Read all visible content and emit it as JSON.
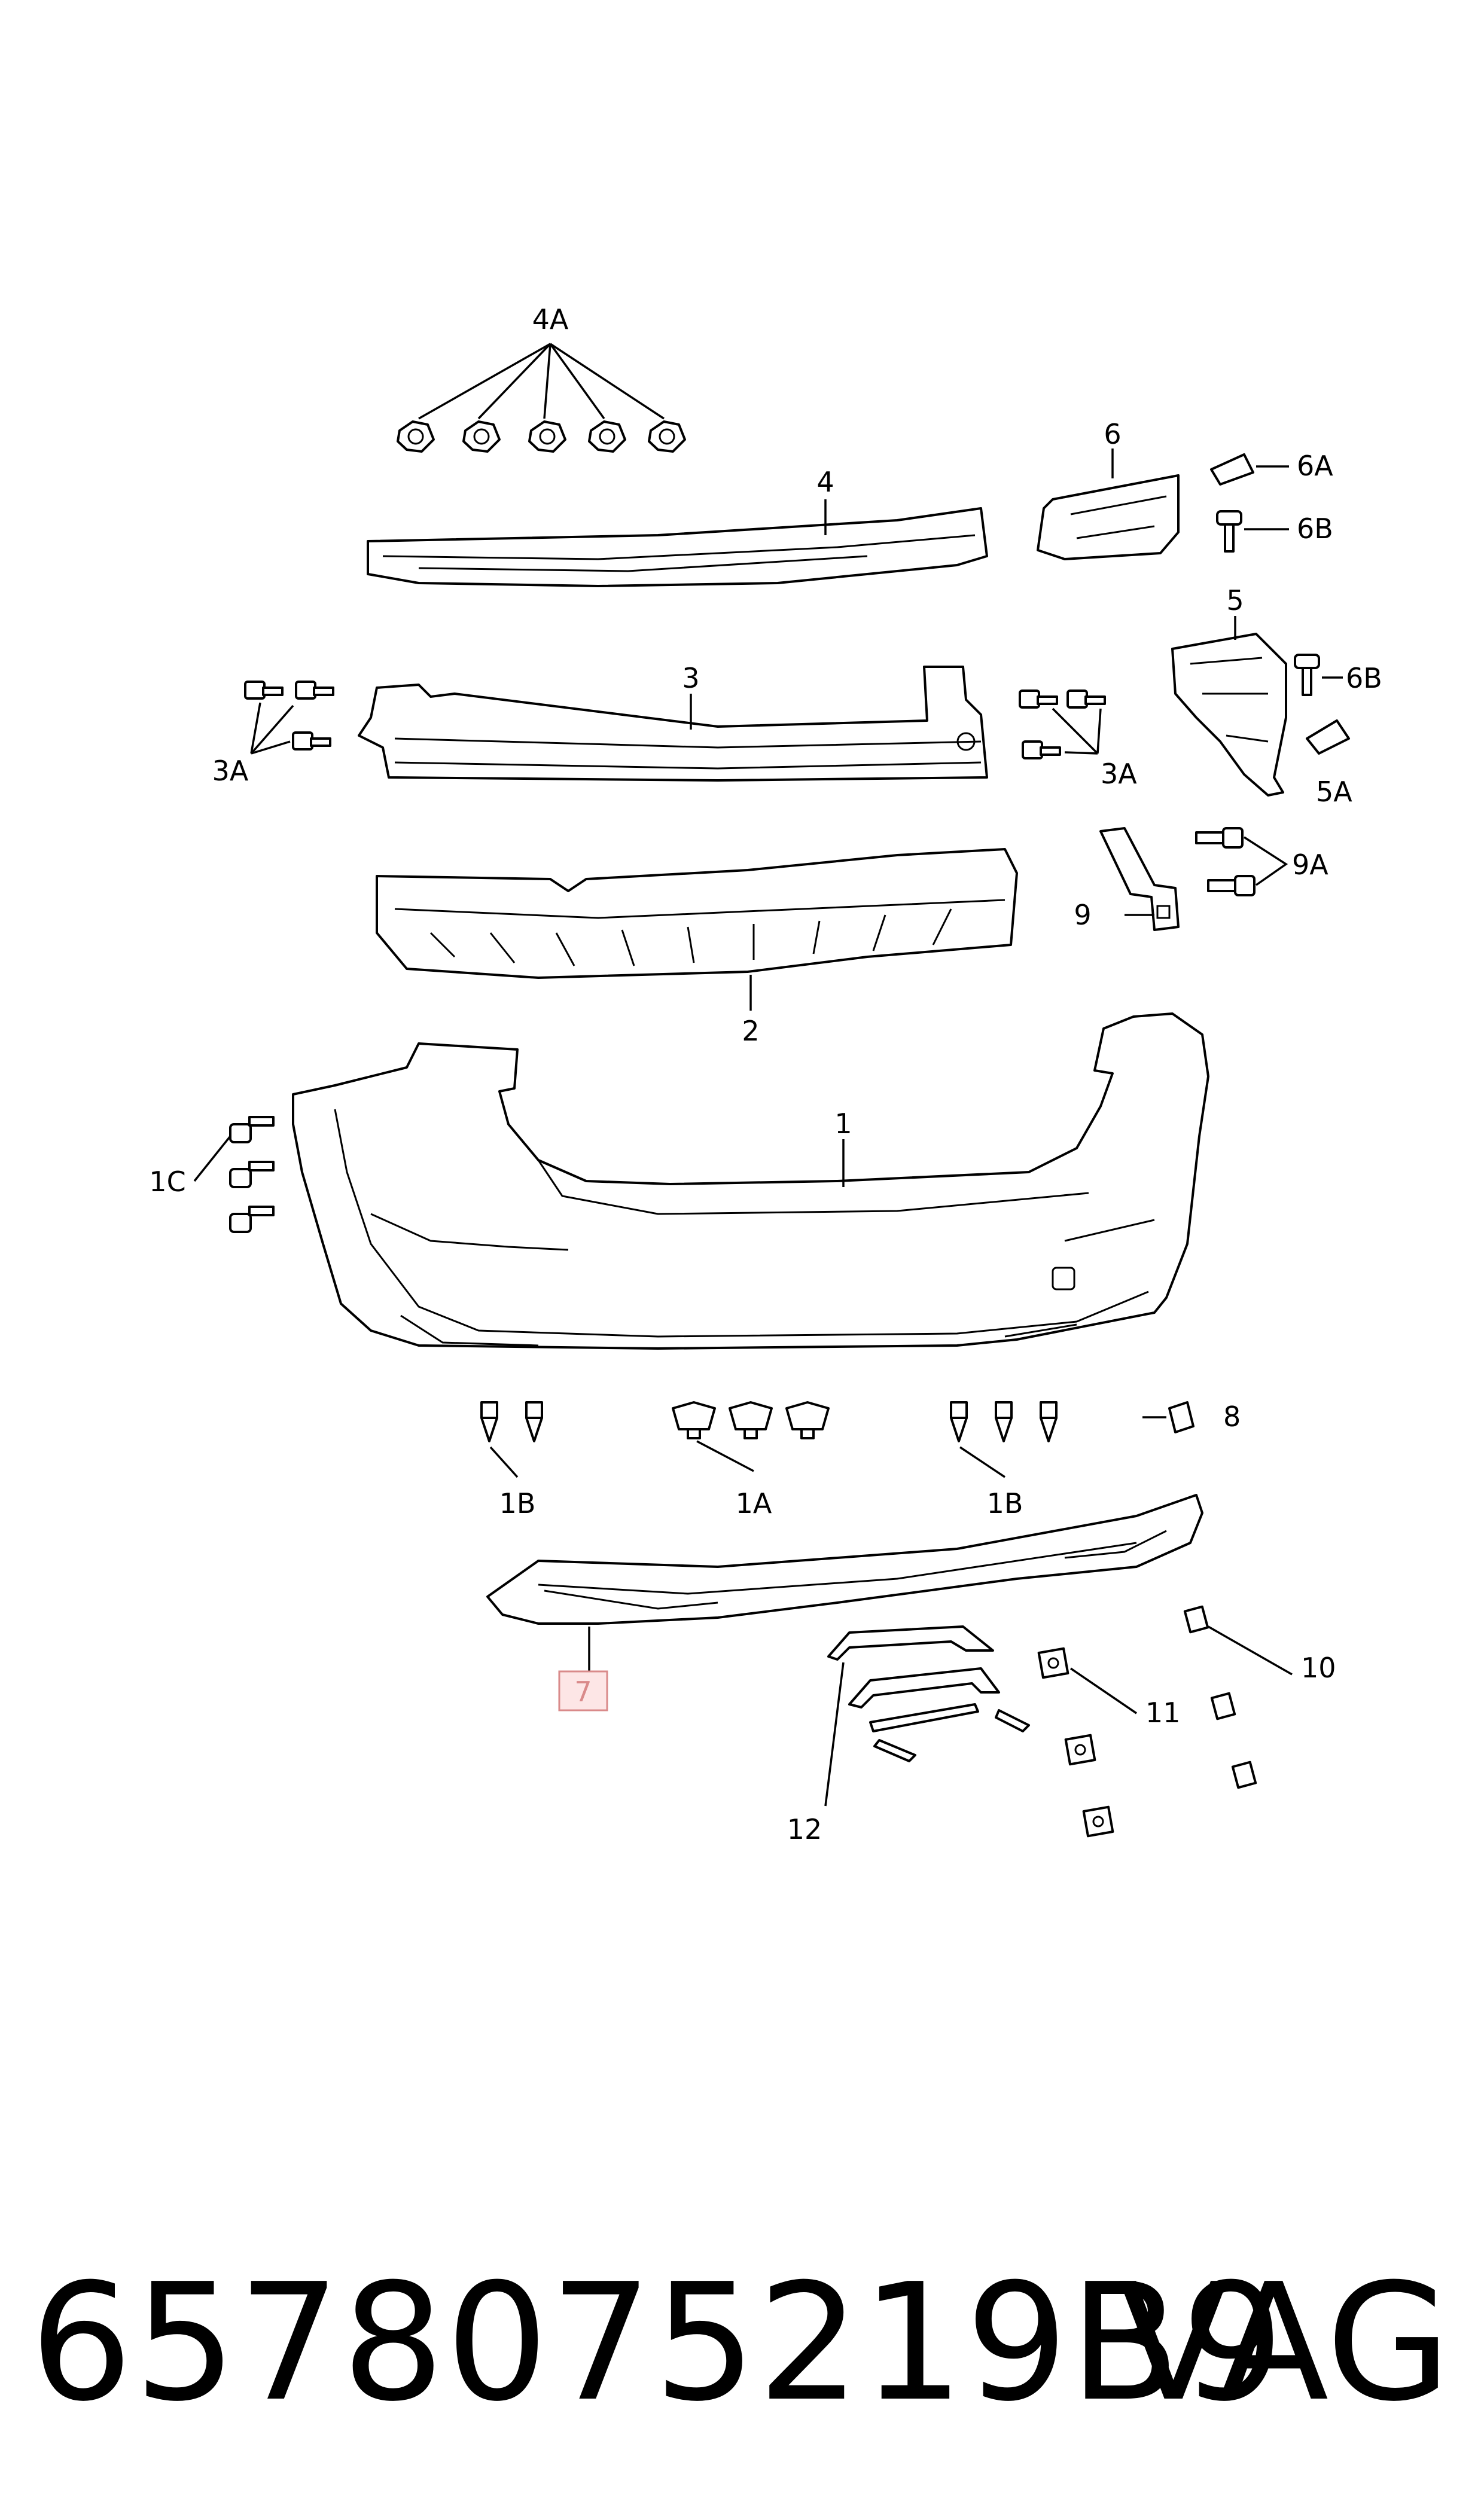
{
  "labels": {
    "l4A": "4A",
    "l4": "4",
    "l6": "6",
    "l6A": "6A",
    "l6B_top": "6B",
    "l5": "5",
    "l6B_mid": "6B",
    "l5A": "5A",
    "l3": "3",
    "l3A_left": "3A",
    "l3A_right": "3A",
    "l9": "9",
    "l9A": "9A",
    "l2": "2",
    "l1": "1",
    "l1C": "1C",
    "l8": "8",
    "l1B_left": "1B",
    "l1A": "1A",
    "l1B_right": "1B",
    "l7": "7",
    "l10": "10",
    "l11": "11",
    "l12": "12"
  },
  "highlight_color": "#d98a8a",
  "footer": {
    "part_number": "6578075219B9",
    "brand": "VAG"
  }
}
